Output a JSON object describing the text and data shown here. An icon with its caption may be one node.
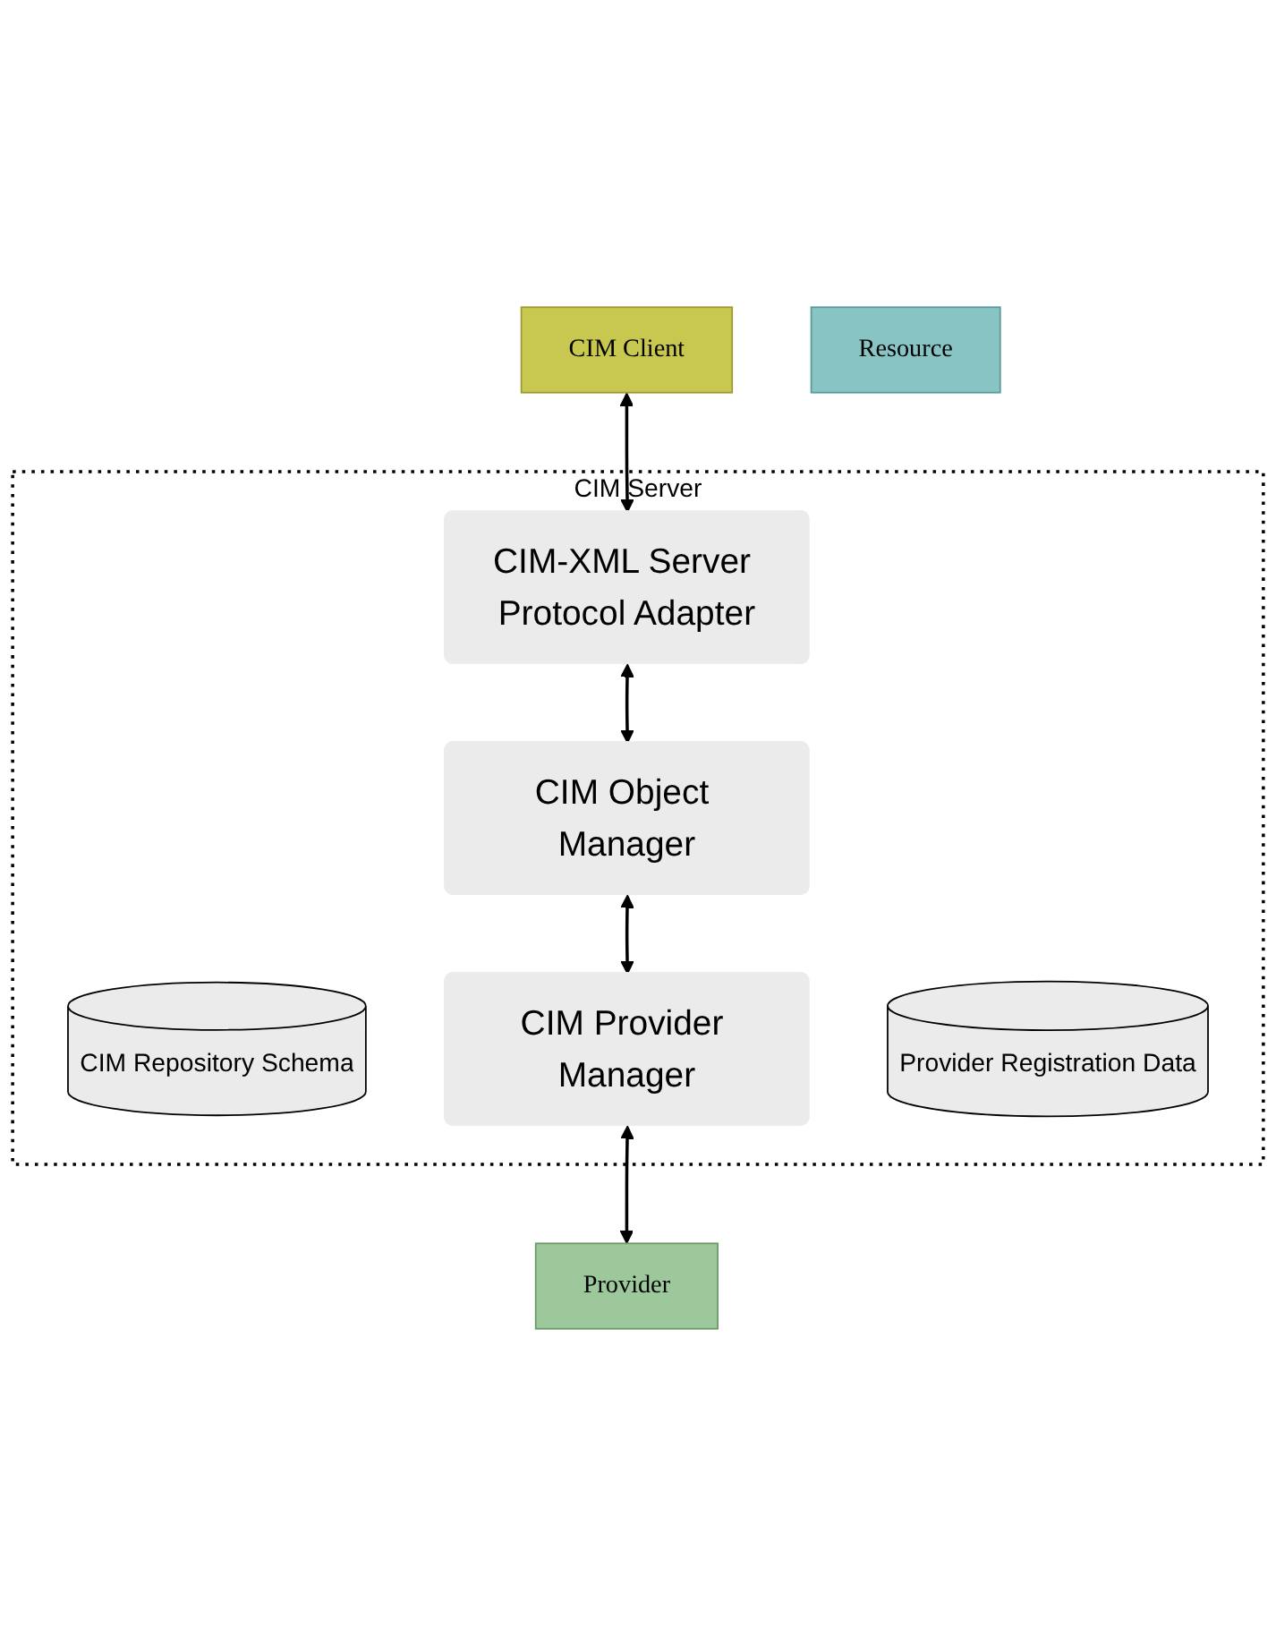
{
  "diagram": {
    "nodes": [
      {
        "text": [
          "CIM Client"
        ]
      },
      {
        "text": [
          "CIM Server"
        ]
      },
      {
        "text": [
          "CIM-XML Server Protocol Adapter"
        ],
        "in": 1
      },
      {
        "text": [
          "CIM Object Manager"
        ],
        "in": 1
      },
      {
        "text": [
          "CIM Repository Schema"
        ],
        "in": 1
      },
      {
        "text": [
          "CIM Provider Manager"
        ],
        "in": 1
      },
      {
        "text": [
          "Provider Registration Data"
        ],
        "in": 1
      },
      {
        "text": [
          "Provider"
        ]
      },
      {
        "text": [
          "Resource"
        ]
      }
    ],
    "edges": [
      {
        "from": 0,
        "to": 2,
        "arrow": "both"
      },
      {
        "from": 2,
        "to": 3,
        "arrow": "both"
      },
      {
        "from": 3,
        "to": 5,
        "arrow": "both"
      },
      {
        "from": 5,
        "to": 7,
        "arrow": "both"
      }
    ]
  }
}
